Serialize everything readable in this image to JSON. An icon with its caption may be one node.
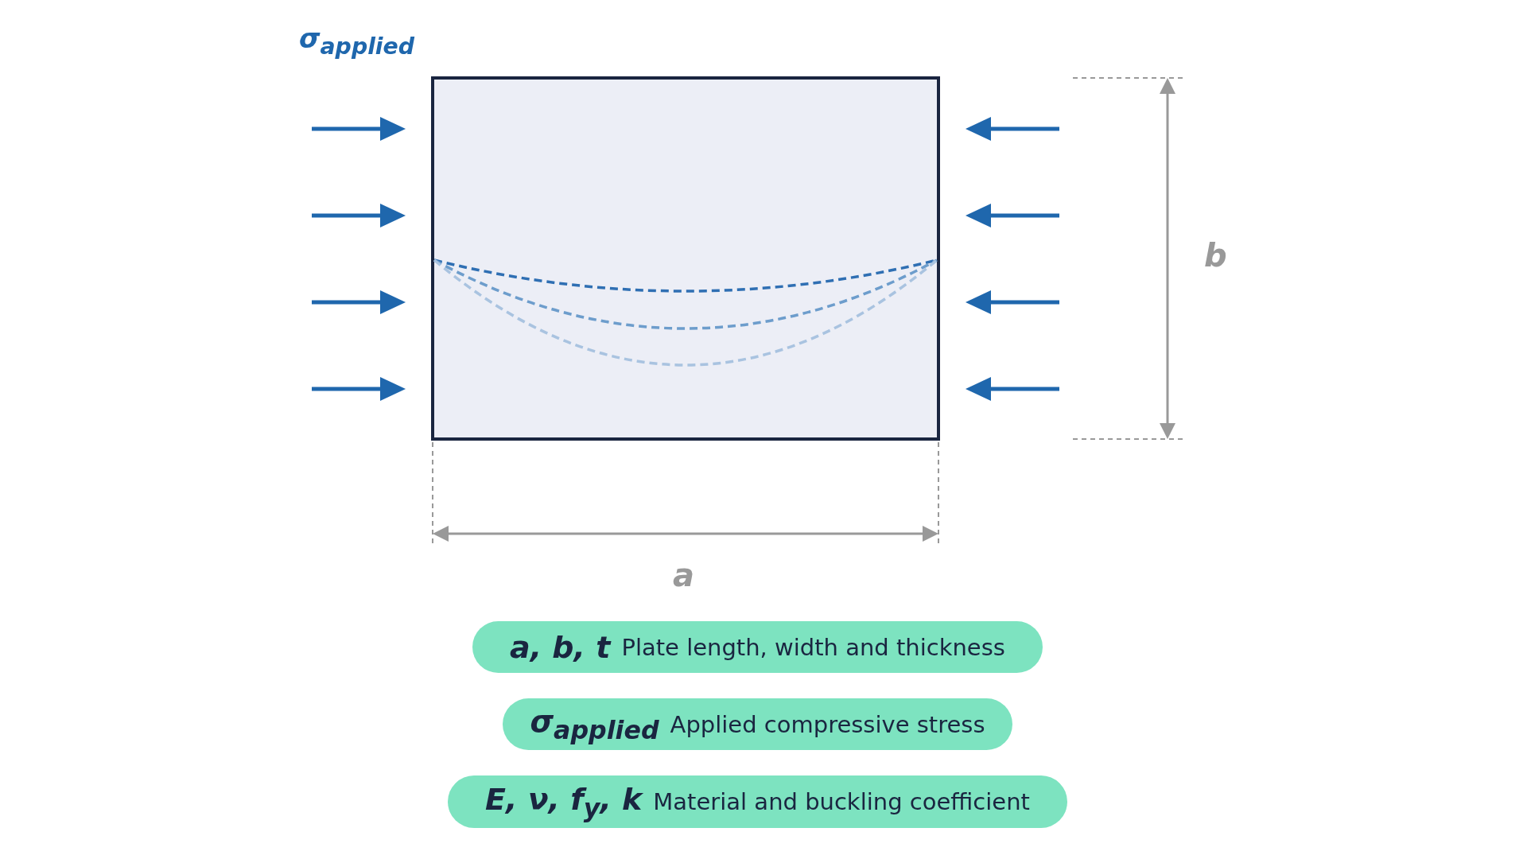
{
  "diagram": {
    "nodes": [
      {
        "text": [
          "a, b, t",
          "Plate length, width and thickness"
        ]
      },
      {
        "text": [
          "σ$_{applied}$",
          "Applied compressive stress"
        ]
      },
      {
        "text": [
          "E, ν, f$_{y}$, k",
          "Material and buckling coefficient"
        ]
      }
    ],
    "labels": [
      "σ$_{applied}$",
      "b",
      "a"
    ]
  }
}
